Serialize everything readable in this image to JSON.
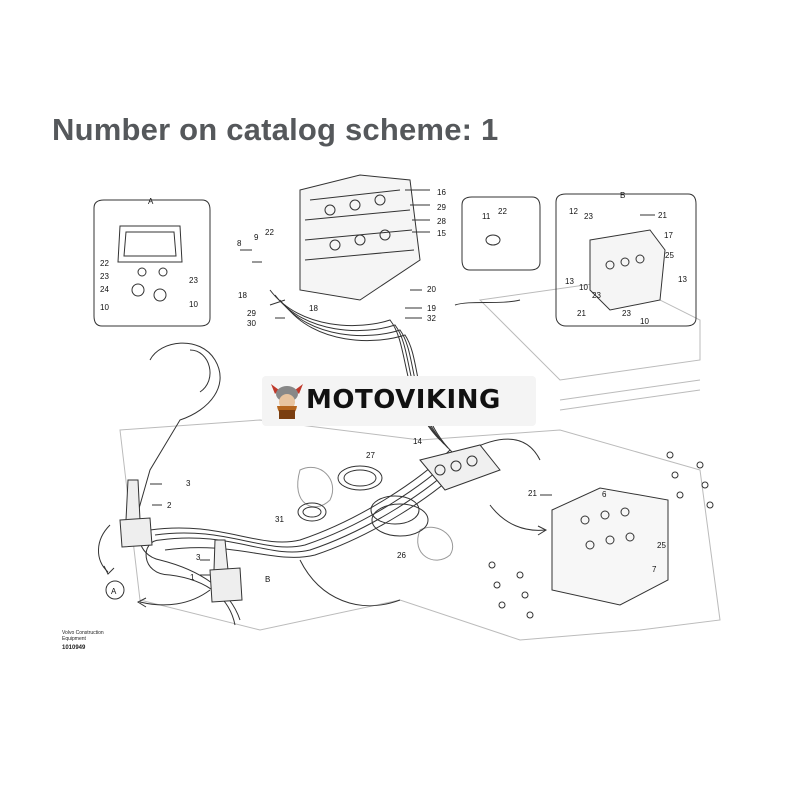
{
  "title": "Number on catalog scheme: 1",
  "logo": {
    "text": "MOTOVIKING"
  },
  "caption": {
    "line1": "Volvo Construction",
    "line2": "Equipment",
    "code": "1010949"
  },
  "detail_labels": {
    "a": "A",
    "b": "B"
  },
  "callouts": {
    "a1": "1",
    "a2": "2",
    "a3": "3",
    "a6": "6",
    "a7": "7",
    "a8": "8",
    "a9": "9",
    "a10": "10",
    "a11": "11",
    "a12": "12",
    "a13": "13",
    "a14": "14",
    "a15": "15",
    "a16": "16",
    "a17": "17",
    "a18": "18",
    "a19": "19",
    "a20": "20",
    "a21": "21",
    "a22": "22",
    "a23": "23",
    "a24": "24",
    "a25": "25",
    "a26": "26",
    "a27": "27",
    "a28": "28",
    "a29": "29",
    "a30": "30",
    "a31": "31",
    "a32": "32"
  }
}
